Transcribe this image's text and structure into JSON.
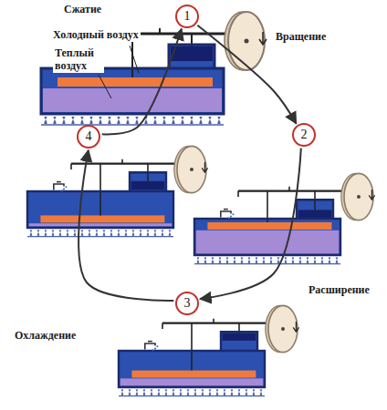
{
  "diagram": {
    "nodes": [
      {
        "text": [
          "1"
        ]
      },
      {
        "text": [
          "2"
        ]
      },
      {
        "text": [
          "3"
        ]
      },
      {
        "text": [
          "4"
        ]
      }
    ],
    "edges": [
      {
        "from": 0,
        "to": 1,
        "arrow": "to"
      },
      {
        "from": 1,
        "to": 2,
        "arrow": "to"
      },
      {
        "from": 2,
        "to": 3,
        "arrow": "to"
      },
      {
        "from": 3,
        "to": 0,
        "arrow": "to"
      }
    ],
    "labels": [
      "Сжатие",
      "Вращение",
      "Холодный воздух",
      "Теплый воздух",
      "Расширение",
      "Охлаждение"
    ]
  }
}
